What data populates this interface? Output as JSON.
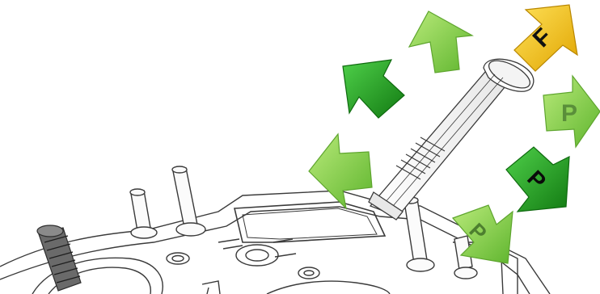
{
  "illustration": {
    "subject": "rc-transmitter-sketch",
    "colors": {
      "line": "#3a3a3a",
      "light_green": "#8fd35a",
      "mid_green": "#6cc23a",
      "dark_green": "#1f9a1a",
      "yellow": "#f3c20f"
    }
  },
  "arrows": [
    {
      "id": "arrow-left-light",
      "letter": "",
      "color": "light_green"
    },
    {
      "id": "arrow-upleft-dark",
      "letter": "",
      "color": "dark_green"
    },
    {
      "id": "arrow-up-light",
      "letter": "",
      "color": "light_green"
    },
    {
      "id": "arrow-upright-yellow",
      "letter": "F",
      "color": "yellow"
    },
    {
      "id": "arrow-right-light",
      "letter": "P",
      "color": "light_green"
    },
    {
      "id": "arrow-downright-dark",
      "letter": "P",
      "color": "dark_green"
    },
    {
      "id": "arrow-down-light",
      "letter": "P",
      "color": "light_green"
    }
  ]
}
